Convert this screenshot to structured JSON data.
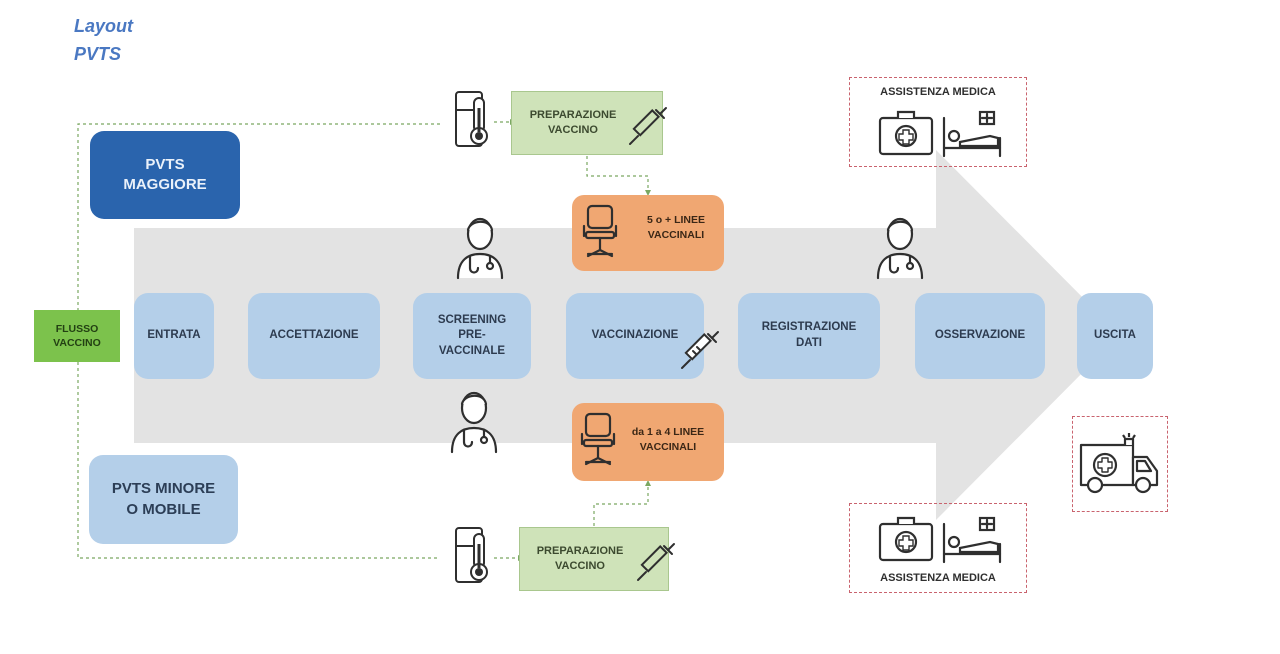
{
  "title": {
    "line1": "Layout",
    "line2": "PVTS"
  },
  "pvts_major": "PVTS\nMAGGIORE",
  "pvts_minor": "PVTS MINORE\nO MOBILE",
  "flusso": "FLUSSO\nVACCINO",
  "steps": [
    "ENTRATA",
    "ACCETTAZIONE",
    "SCREENING\nPRE-\nVACCINALE",
    "VACCINAZIONE",
    "REGISTRAZIONE\nDATI",
    "OSSERVAZIONE",
    "USCITA"
  ],
  "prep_top": "PREPARAZIONE\nVACCINO",
  "prep_bottom": "PREPARAZIONE\nVACCINO",
  "lines_top": "5 o + LINEE\nVACCINALI",
  "lines_bottom": "da 1 a  4 LINEE\nVACCINALI",
  "assist_top": "ASSISTENZA MEDICA",
  "assist_bottom": "ASSISTENZA MEDICA",
  "colors": {
    "arrow": "#e3e3e3",
    "step": "#b4cfe9",
    "major": "#2a64ad",
    "prep": "#cfe3b9",
    "flusso": "#7cc24c",
    "lines": "#f0a772",
    "dash_green": "#7aa862",
    "dash_red": "#c9636e"
  }
}
